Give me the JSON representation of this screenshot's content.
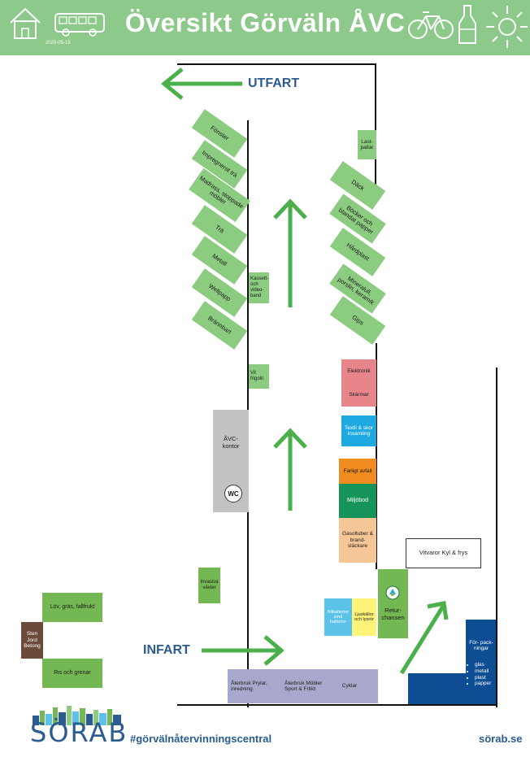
{
  "header": {
    "title": "Översikt Görväln ÅVC",
    "date": "2020-05-15",
    "bg_color": "#8cc98a"
  },
  "directions": {
    "utfart": "UTFART",
    "infart": "INFART"
  },
  "left_stations": [
    "Fönster",
    "Impregnerat trä",
    "Madrass, stoppade möbler",
    "Trä",
    "Metall",
    "Wellpapp",
    "Brännbart"
  ],
  "right_stations": [
    "Däck",
    "Böcker och blandat papper",
    "Hårdplast",
    "Mineralull, porslin, keramik",
    "Gips"
  ],
  "center": {
    "kassett": "Kassett- och video- band",
    "vitt_frigolit": "Vit frigolit",
    "lastpallar": "Last- pallar",
    "avc_kontor": "ÅVC- kontor",
    "wc": "WC",
    "invasiva": "Invasiva växter"
  },
  "right_column": {
    "elektronik": "Elektronik",
    "skarmar": "Skärmar",
    "textil": "Textil & skor insamling",
    "farligt": "Farligt avfall",
    "miljobod": "Miljöbod",
    "gasoltuber": "Gasoltuber & brand- släckare",
    "vitvaror": "Vitvaror Kyl & frys",
    "returchansen": "Retur- chansen",
    "batterier": "Bilbatterier små batterier",
    "ljuskallor": "Ljuskällor och lysrör"
  },
  "left_side": {
    "lov": "Löv, gräs, fallfrukt",
    "sten": "Sten Jord Betong",
    "ris": "Ris och grenar"
  },
  "bottom": {
    "aterbruk1": "Återbruk Prylar, inredning",
    "aterbruk2": "Återbruk Möbler Sport & Fritid",
    "cyklar": "Cyklar"
  },
  "forpackningar": {
    "title": "För- pack- ningar",
    "items": [
      "glas",
      "metall",
      "plast",
      "papper"
    ]
  },
  "footer": {
    "logo": "SÖRAB",
    "hashtag": "#görvälnåtervinningscentral",
    "url": "sörab.se"
  },
  "colors": {
    "light_green": "#8ccc80",
    "dark_green": "#74b853",
    "blue_text": "#2a5c90",
    "pink": "#e8858a",
    "cyan": "#1ea9e0",
    "orange": "#f08c20",
    "emerald": "#14935a",
    "peach": "#f6c697",
    "light_blue": "#5bc2ea",
    "yellow": "#fff37a",
    "lavender": "#a8a8cc",
    "navy": "#0d4d93",
    "brown": "#6b4a3a",
    "gray": "#c2c2c2"
  }
}
